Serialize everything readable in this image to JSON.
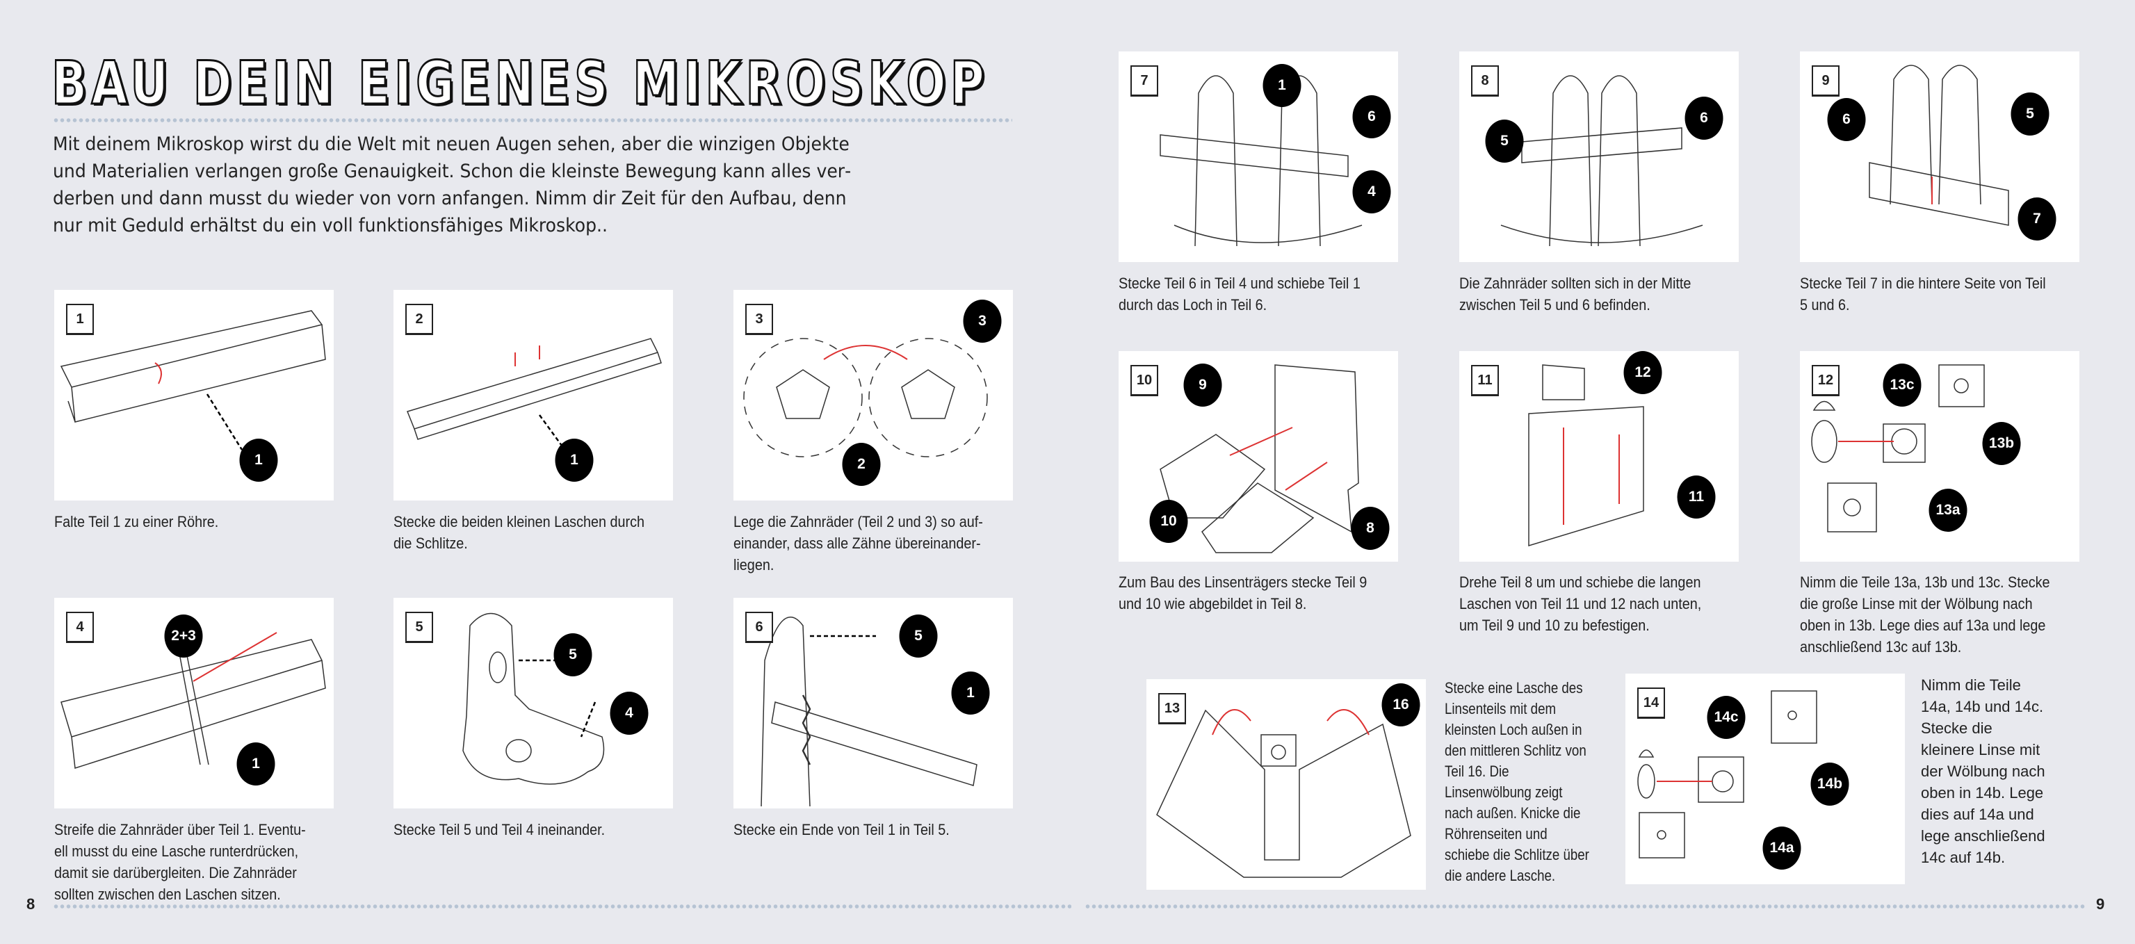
{
  "title": "BAU DEIN EIGENES MIKROSKOP",
  "intro": "Mit deinem Mikroskop wirst du die Welt mit neuen Augen sehen, aber die winzigen Objekte und Materialien verlangen große Genauigkeit. Schon die kleinste Bewegung kann alles ver­derben und dann musst du wieder von vorn anfangen. Nimm dir Zeit für den Aufbau, denn nur mit Geduld erhältst du ein voll funktionsfähiges Mikroskop..",
  "page_left": "8",
  "page_right": "9",
  "steps": [
    {
      "num": "1",
      "labels": [
        "1"
      ],
      "caption": "Falte Teil 1 zu einer Röhre."
    },
    {
      "num": "2",
      "labels": [
        "1"
      ],
      "caption": "Stecke die beiden kleinen Laschen durch die Schlitze."
    },
    {
      "num": "3",
      "labels": [
        "3",
        "2"
      ],
      "caption": "Lege die Zahnräder (Teil 2 und 3) so auf­einander, dass alle Zähne übereinander­liegen."
    },
    {
      "num": "4",
      "labels": [
        "2+3",
        "1"
      ],
      "caption": "Streife die Zahnräder über Teil 1. Eventu­ell musst du eine Lasche runterdrücken, damit sie darübergleiten. Die Zahnräder sollten zwischen den Laschen sitzen."
    },
    {
      "num": "5",
      "labels": [
        "5",
        "4"
      ],
      "caption": "Stecke Teil 5 und Teil 4 ineinander."
    },
    {
      "num": "6",
      "labels": [
        "5",
        "1"
      ],
      "caption": "Stecke ein Ende von Teil 1 in Teil 5."
    },
    {
      "num": "7",
      "labels": [
        "1",
        "6",
        "4"
      ],
      "caption": "Stecke Teil 6 in Teil 4 und schiebe Teil 1 durch das Loch in Teil 6."
    },
    {
      "num": "8",
      "labels": [
        "6",
        "5"
      ],
      "caption": "Die Zahnräder sollten sich in der Mitte zwischen Teil 5 und 6 befinden."
    },
    {
      "num": "9",
      "labels": [
        "6",
        "5",
        "7"
      ],
      "caption": "Stecke Teil 7 in die hintere Seite von Teil 5 und 6."
    },
    {
      "num": "10",
      "labels": [
        "9",
        "10",
        "8"
      ],
      "caption": "Zum Bau des Linsenträgers stecke Teil 9 und 10 wie abgebildet in Teil 8."
    },
    {
      "num": "11",
      "labels": [
        "12",
        "11"
      ],
      "caption": "Drehe Teil 8 um und schiebe die langen Laschen von Teil 11 und 12 nach unten, um Teil 9 und 10 zu befestigen."
    },
    {
      "num": "12",
      "labels": [
        "13c",
        "13b",
        "13a"
      ],
      "caption": "Nimm die Teile 13a, 13b und 13c. Stecke die große Linse mit der Wölbung nach oben in 13b. Lege dies auf 13a und lege anschließend 13c auf 13b."
    },
    {
      "num": "13",
      "labels": [
        "16"
      ],
      "caption": "Stecke eine Lasche des Linsenteils mit dem kleinsten Loch außen in den mittle­ren Schlitz von Teil 16. Die Linsenwölbung zeigt nach außen. Knicke die Röhren­seiten und schiebe die Schlitze über die andere Lasche."
    },
    {
      "num": "14",
      "labels": [
        "14c",
        "14b",
        "14a"
      ],
      "caption": "Nimm die Teile 14a, 14b und 14c. Stecke die kleinere Linse mit der Wöl­bung nach oben in 14b. Lege dies auf 14a und lege an­schließend 14c auf 14b."
    }
  ]
}
